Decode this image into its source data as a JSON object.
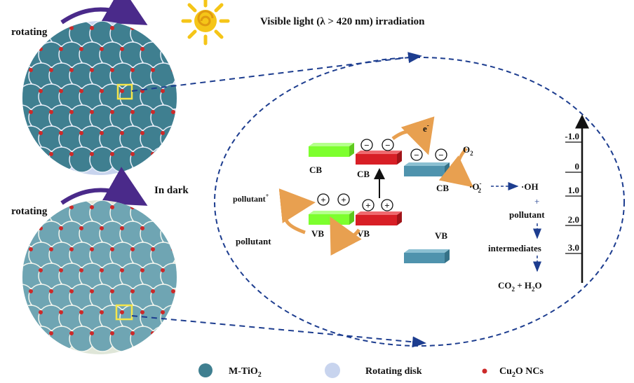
{
  "top": {
    "rotating_label": "rotating",
    "light_label": "Visible light (λ > 420 nm) irradiation"
  },
  "bottom": {
    "rotating_label": "rotating",
    "dark_label": "In dark"
  },
  "bands": {
    "cb_left": "CB",
    "cb_mid": "CB",
    "cb_right": "CB",
    "vb_left": "VB",
    "vb_mid": "VB",
    "vb_right": "VB"
  },
  "charges": {
    "electron": "e",
    "electron_sup": "-",
    "minus": "−",
    "plus": "+"
  },
  "species": {
    "o2_main": "O",
    "o2_sub": "2",
    "superoxide_dot": "·",
    "superoxide_o": "O",
    "superoxide_sup": "-",
    "superoxide_sub": "2",
    "hydroxyl": "·OH",
    "plus_sign": "+",
    "pollutant": "pollutant",
    "intermediates": "intermediates",
    "co2": "CO",
    "co2_sub": "2",
    "h2o_plus": " + H",
    "h2o_sub": "2",
    "h2o_o": "O",
    "pollutant_ox": "pollutant",
    "pollutant_ox_sup": "+",
    "pollutant_in": "pollutant"
  },
  "scale": {
    "ticks": [
      "-1.0",
      "0",
      "1.0",
      "2.0",
      "3.0"
    ]
  },
  "legend": {
    "m_tio2_main": "M-TiO",
    "m_tio2_sub": "2",
    "disk": "Rotating disk",
    "cu2o_main": "Cu",
    "cu2o_sub": "2",
    "cu2o_rest": "O NCs"
  },
  "colors": {
    "tio2_dark": "#3f7f90",
    "tio2_light": "#6fa5b3",
    "disk": "#c8d4ee",
    "disk_dark": "#d7e0d0",
    "cu2o": "#cc2a2a",
    "cb_green": "#7dff2e",
    "cb_red": "#d81f26",
    "cb_blue": "#4f93ad",
    "arrow_blue": "#1d3d8f",
    "orange": "#e8a050",
    "sun": "#f5c518"
  }
}
